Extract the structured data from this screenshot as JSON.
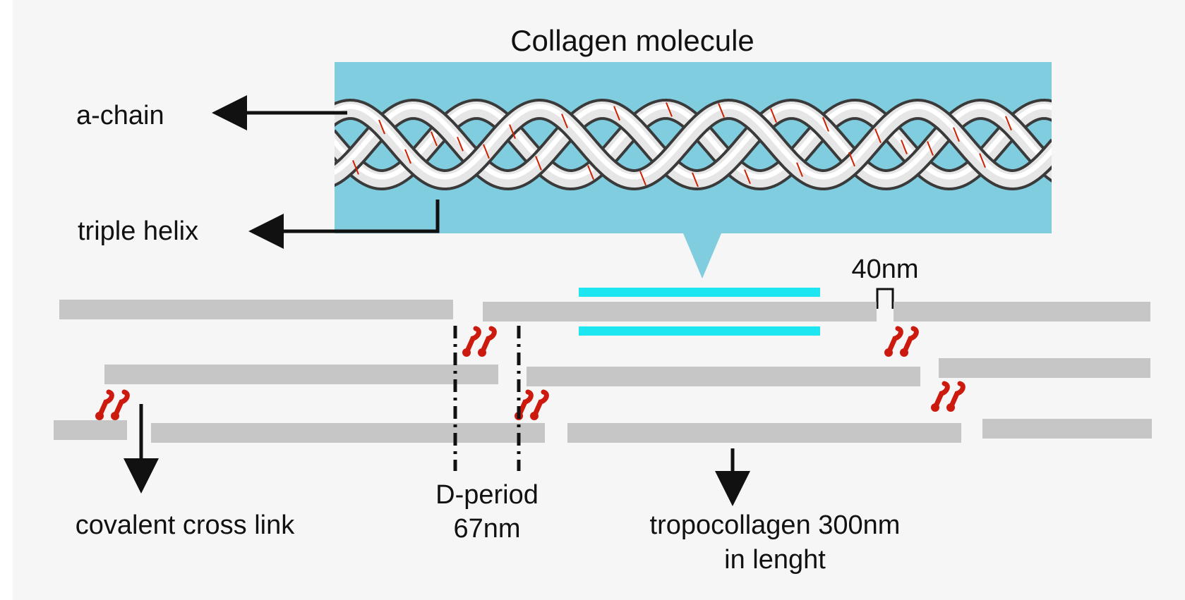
{
  "title": "Collagen molecule",
  "labels": {
    "alpha_chain": "a-chain",
    "triple_helix": "triple helix",
    "gap_size": "40nm",
    "cross_link": "covalent cross link",
    "d_period_line1": "D-period",
    "d_period_line2": "67nm",
    "tropocollagen_line1": "tropocollagen 300nm",
    "tropocollagen_line2": "in lenght"
  },
  "colors": {
    "background": "#ffffff",
    "panel": "#f6f6f6",
    "helix_backdrop": "#80cde0",
    "strand": "#e6e6e6",
    "strand_outline": "#3a3a3a",
    "residue_marks": "#cc2200",
    "tropocollagen": "#c6c6c6",
    "highlight": "#1ee6f0",
    "cross_link": "#cc1a0f",
    "text": "#111111"
  },
  "icons": {
    "arrow": "left-arrow",
    "cross_link_symbol": "cross-link-icon"
  }
}
